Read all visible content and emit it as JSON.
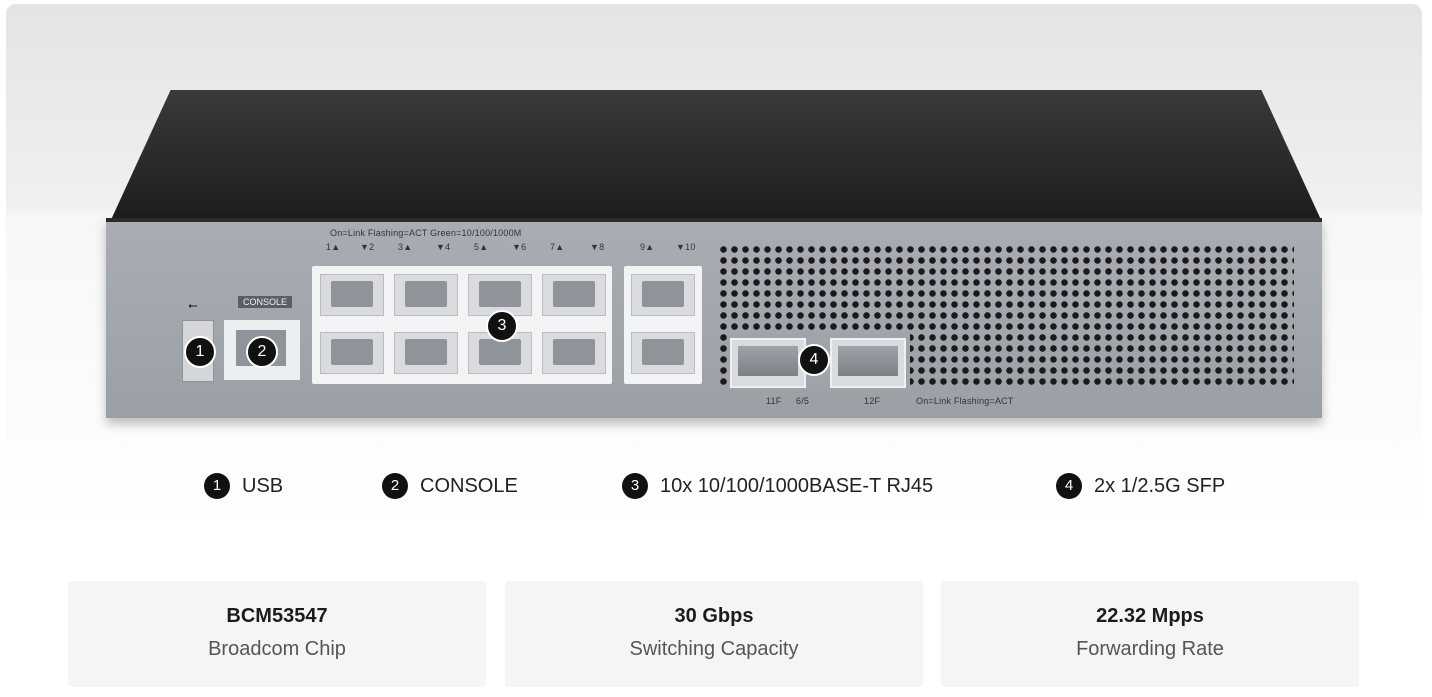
{
  "device": {
    "led_legend_top": "On=Link Flashing=ACT Green=10/100/1000M",
    "led_legend_sfp": "On=Link Flashing=ACT",
    "console_tag": "CONSOLE",
    "port_labels_top": [
      "1▲",
      "▼2",
      "3▲",
      "▼4",
      "5▲",
      "▼6",
      "7▲",
      "▼8",
      "9▲",
      "▼10"
    ],
    "sfp_labels": [
      "11F",
      "6/5",
      "12F"
    ],
    "callouts": [
      "1",
      "2",
      "3",
      "4"
    ]
  },
  "legend": [
    {
      "num": "1",
      "label": "USB"
    },
    {
      "num": "2",
      "label": "CONSOLE"
    },
    {
      "num": "3",
      "label": "10x 10/100/1000BASE-T RJ45"
    },
    {
      "num": "4",
      "label": "2x 1/2.5G SFP"
    }
  ],
  "specs": [
    {
      "value": "BCM53547",
      "label": "Broadcom Chip"
    },
    {
      "value": "30 Gbps",
      "label": "Switching Capacity"
    },
    {
      "value": "22.32 Mpps",
      "label": "Forwarding Rate"
    }
  ]
}
